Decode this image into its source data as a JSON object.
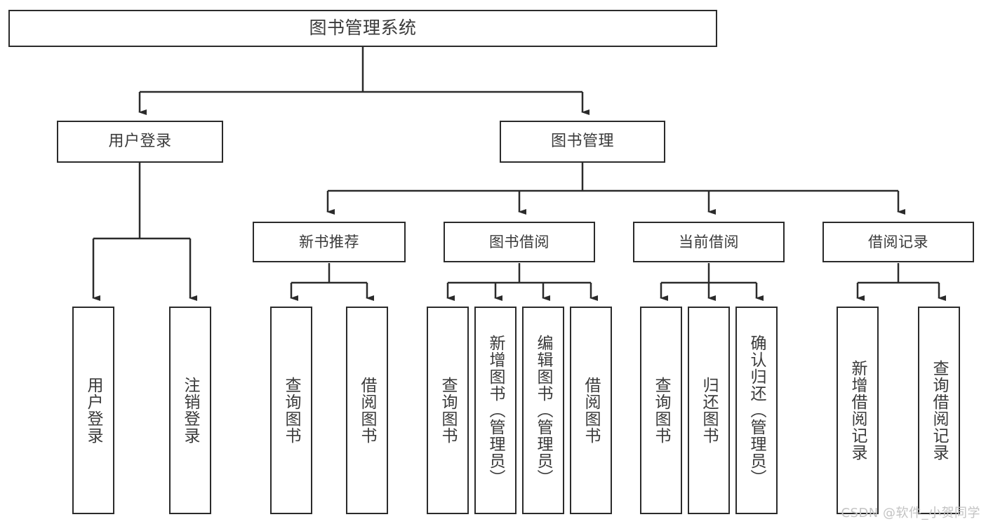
{
  "diagram": {
    "title": "图书管理系统",
    "watermark": "CSDN @软件_小贺同学",
    "line_color": "#2b2b2b",
    "text_color": "#3a3a3a",
    "background": "#ffffff",
    "root": {
      "label": "图书管理系统"
    },
    "level1": [
      {
        "label": "用户登录"
      },
      {
        "label": "图书管理"
      }
    ],
    "level2": [
      {
        "label": "新书推荐"
      },
      {
        "label": "图书借阅"
      },
      {
        "label": "当前借阅"
      },
      {
        "label": "借阅记录"
      }
    ],
    "leaves": {
      "user_login": [
        {
          "label": "用户登录"
        },
        {
          "label": "注销登录"
        }
      ],
      "new_book": [
        {
          "label": "查询图书"
        },
        {
          "label": "借阅图书"
        }
      ],
      "book_borrow": [
        {
          "label": "查询图书"
        },
        {
          "label": "新增图书（管理员）"
        },
        {
          "label": "编辑图书（管理员）"
        },
        {
          "label": "借阅图书"
        }
      ],
      "current_borrow": [
        {
          "label": "查询图书"
        },
        {
          "label": "归还图书"
        },
        {
          "label": "确认归还（管理员）"
        }
      ],
      "borrow_record": [
        {
          "label": "新增借阅记录"
        },
        {
          "label": "查询借阅记录"
        }
      ]
    }
  }
}
